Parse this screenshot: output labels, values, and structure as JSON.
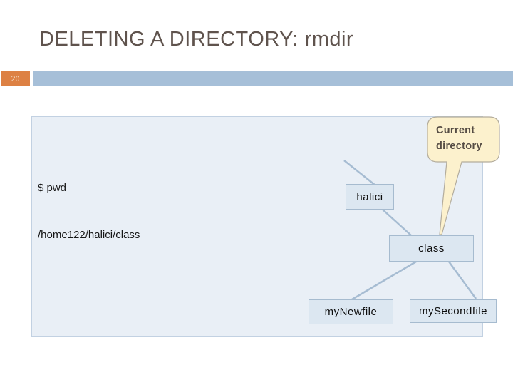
{
  "slide": {
    "title": "DELETING A DIRECTORY: rmdir",
    "page_number": "20"
  },
  "terminal": {
    "command": "$ pwd",
    "output": "/home122/halici/class"
  },
  "callout": {
    "line1": "Current",
    "line2": "directory"
  },
  "tree": {
    "nodes": [
      {
        "label": "halici"
      },
      {
        "label": "class"
      },
      {
        "label": "myNewfile"
      },
      {
        "label": "mySecondfile"
      }
    ]
  },
  "colors": {
    "accent_orange": "#dd8144",
    "header_bar_blue": "#a6bfd8",
    "panel_fill": "#e9eff6",
    "panel_border": "#c2d1e2",
    "node_fill": "#dce7f1",
    "node_border": "#a6bbcf",
    "connector": "#a6bcd2",
    "callout_fill": "#fcf1cd",
    "callout_border": "#b3ac9c",
    "title_color": "#5f534d"
  }
}
